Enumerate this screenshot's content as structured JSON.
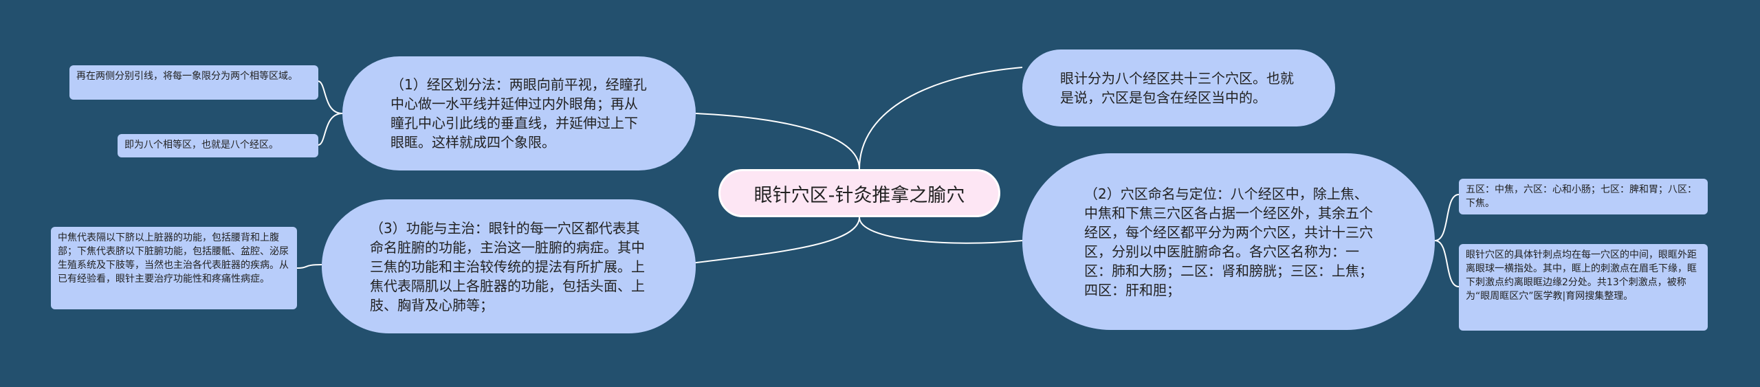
{
  "root": {
    "label": "眼针穴区-针灸推拿之腧穴"
  },
  "branches": {
    "b1": {
      "text": "（1）经区划分法：两眼向前平视，经瞳孔中心做一水平线并延伸过内外眼角；再从瞳孔中心引此线的垂直线，并延伸过上下眼眶。这样就成四个象限。"
    },
    "b2": {
      "text": "（3）功能与主治：眼针的每一穴区都代表其命名脏腑的功能，主治这一脏腑的病症。其中三焦的功能和主治较传统的提法有所扩展。上焦代表隔肌以上各脏器的功能，包括头面、上肢、胸背及心肺等；"
    },
    "b3": {
      "text": "眼计分为八个经区共十三个穴区。也就是说，穴区是包含在经区当中的。"
    },
    "b4": {
      "text": "（2）穴区命名与定位：八个经区中，除上焦、中焦和下焦三穴区各占据一个经区外，其余五个经区，每个经区都平分为两个穴区，共计十三穴区，分别以中医脏腑命名。各穴区名称为：一区：肺和大肠；二区：肾和膀胱；三区：上焦；四区：肝和胆；"
    }
  },
  "leaves": {
    "l1": {
      "text": "再在两侧分别引线，将每一象限分为两个相等区域。"
    },
    "l2": {
      "text": "即为八个相等区，也就是八个经区。"
    },
    "l3": {
      "text": "中焦代表隔以下脐以上脏器的功能，包括腰背和上腹部；下焦代表脐以下脏腑功能，包括腰骶、盆腔、泌尿生殖系统及下肢等，当然也主治各代表脏器的疾病。从已有经验看，眼针主要治疗功能性和疼痛性病症。"
    },
    "l4": {
      "text": "五区：中焦，六区：心和小肠；七区：脾和胃；八区：下焦。"
    },
    "l5": {
      "text": "眼针穴区的具体针刺点均在每一穴区的中间，眼眶外距离眼球一横指处。其中，眶上的刺激点在眉毛下缘，眶下刺激点约离眼眶边缘2分处。共13个刺激点，被称为“眼周眶区穴”医学教|育网搜集整理。"
    }
  },
  "colors": {
    "background": "#23506e",
    "node_fill": "#b8cdfa",
    "root_fill": "#fde6f4",
    "connector": "#ffffff"
  }
}
